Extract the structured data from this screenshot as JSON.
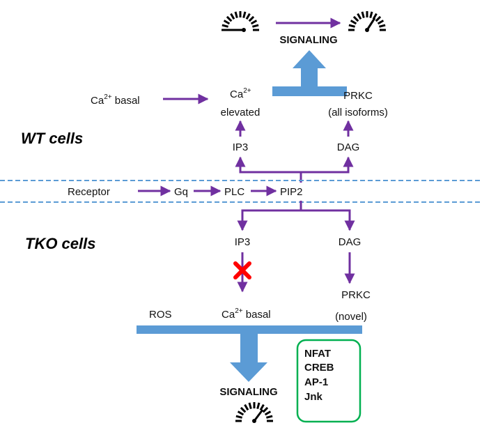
{
  "sections": {
    "wt": "WT cells",
    "tko": "TKO cells"
  },
  "wt": {
    "signaling": "SIGNALING",
    "ca_basal": {
      "base": "Ca",
      "sup": "2+",
      "rest": " basal"
    },
    "ca_elevated": {
      "base": "Ca",
      "sup": "2+",
      "line2": "elevated"
    },
    "prkc": {
      "line1": "PRKC",
      "line2": "(all isoforms)"
    },
    "ip3": "IP3",
    "dag": "DAG"
  },
  "membrane": {
    "receptor": "Receptor",
    "gq": "Gq",
    "plc": "PLC",
    "pip2": "PIP2"
  },
  "tko": {
    "ip3": "IP3",
    "dag": "DAG",
    "prkc": {
      "line1": "PRKC",
      "line2": "(novel)"
    },
    "ros": "ROS",
    "ca_basal": {
      "base": "Ca",
      "sup": "2+",
      "rest": " basal"
    },
    "signaling": "SIGNALING",
    "targets": [
      "NFAT",
      "CREB",
      "AP-1",
      "Jnk"
    ]
  },
  "colors": {
    "arrow": "#7030A0",
    "block_arrow": "#5B9BD5",
    "membrane": "#5B9BD5",
    "inhibit_x": "#FF0000",
    "targets_border": "#00B050"
  },
  "icons": {
    "gauge_low": "speedometer-low-icon",
    "gauge_high": "speedometer-high-icon",
    "inhibition": "red-x-icon"
  }
}
